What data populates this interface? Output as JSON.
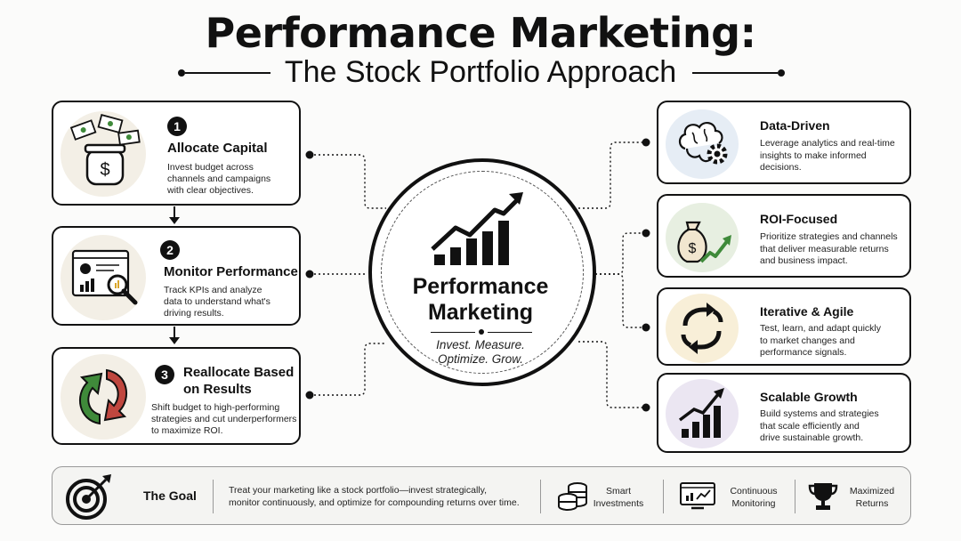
{
  "header": {
    "title": "Performance Marketing:",
    "subtitle": "The Stock Portfolio Approach"
  },
  "steps": [
    {
      "number": "1",
      "title_lines": [
        "Allocate Capital"
      ],
      "desc_lines": [
        "Invest budget across",
        "channels and campaigns",
        "with clear objectives."
      ],
      "icon": "money-jar-icon"
    },
    {
      "number": "2",
      "title_lines": [
        "Monitor Performance"
      ],
      "desc_lines": [
        "Track KPIs and analyze",
        "data to understand what's",
        "driving results."
      ],
      "icon": "analytics-magnifier-icon"
    },
    {
      "number": "3",
      "title_lines": [
        "Reallocate Based",
        "on Results"
      ],
      "desc_lines": [
        "Shift budget to high-performing",
        "strategies and cut underperformers",
        "to maximize ROI."
      ],
      "icon": "refresh-arrows-icon"
    }
  ],
  "center": {
    "title_lines": [
      "Performance",
      "Marketing"
    ],
    "tagline_lines": [
      "Invest. Measure.",
      "Optimize. Grow."
    ],
    "icon": "growth-chart-icon"
  },
  "features": [
    {
      "title": "Data-Driven",
      "desc_lines": [
        "Leverage analytics and real-time",
        "insights to make informed",
        "decisions."
      ],
      "icon": "brain-gear-icon",
      "bg": "#e6edf5"
    },
    {
      "title": "ROI-Focused",
      "desc_lines": [
        "Prioritize strategies and channels",
        "that deliver measurable returns",
        "and business impact."
      ],
      "icon": "money-bag-icon",
      "bg": "#e7efe1"
    },
    {
      "title": "Iterative & Agile",
      "desc_lines": [
        "Test, learn, and adapt quickly",
        "to market changes and",
        "performance signals."
      ],
      "icon": "cycle-arrows-icon",
      "bg": "#f8efd8"
    },
    {
      "title": "Scalable Growth",
      "desc_lines": [
        "Build systems and strategies",
        "that scale efficiently and",
        "drive sustainable growth."
      ],
      "icon": "bar-growth-icon",
      "bg": "#ebe6f2"
    }
  ],
  "goal": {
    "title": "The Goal",
    "text_lines": [
      "Treat your marketing like a stock portfolio—invest strategically,",
      "monitor continuously, and optimize for compounding returns over time."
    ],
    "items": [
      {
        "label_lines": [
          "Smart",
          "Investments"
        ],
        "icon": "coins-icon"
      },
      {
        "label_lines": [
          "Continuous",
          "Monitoring"
        ],
        "icon": "monitor-chart-icon"
      },
      {
        "label_lines": [
          "Maximized",
          "Returns"
        ],
        "icon": "trophy-icon"
      }
    ]
  },
  "colors": {
    "ink": "#111111",
    "accent_green": "#3f8a3a",
    "accent_red": "#c0473f",
    "illustration_bg": "#f3efe6"
  }
}
